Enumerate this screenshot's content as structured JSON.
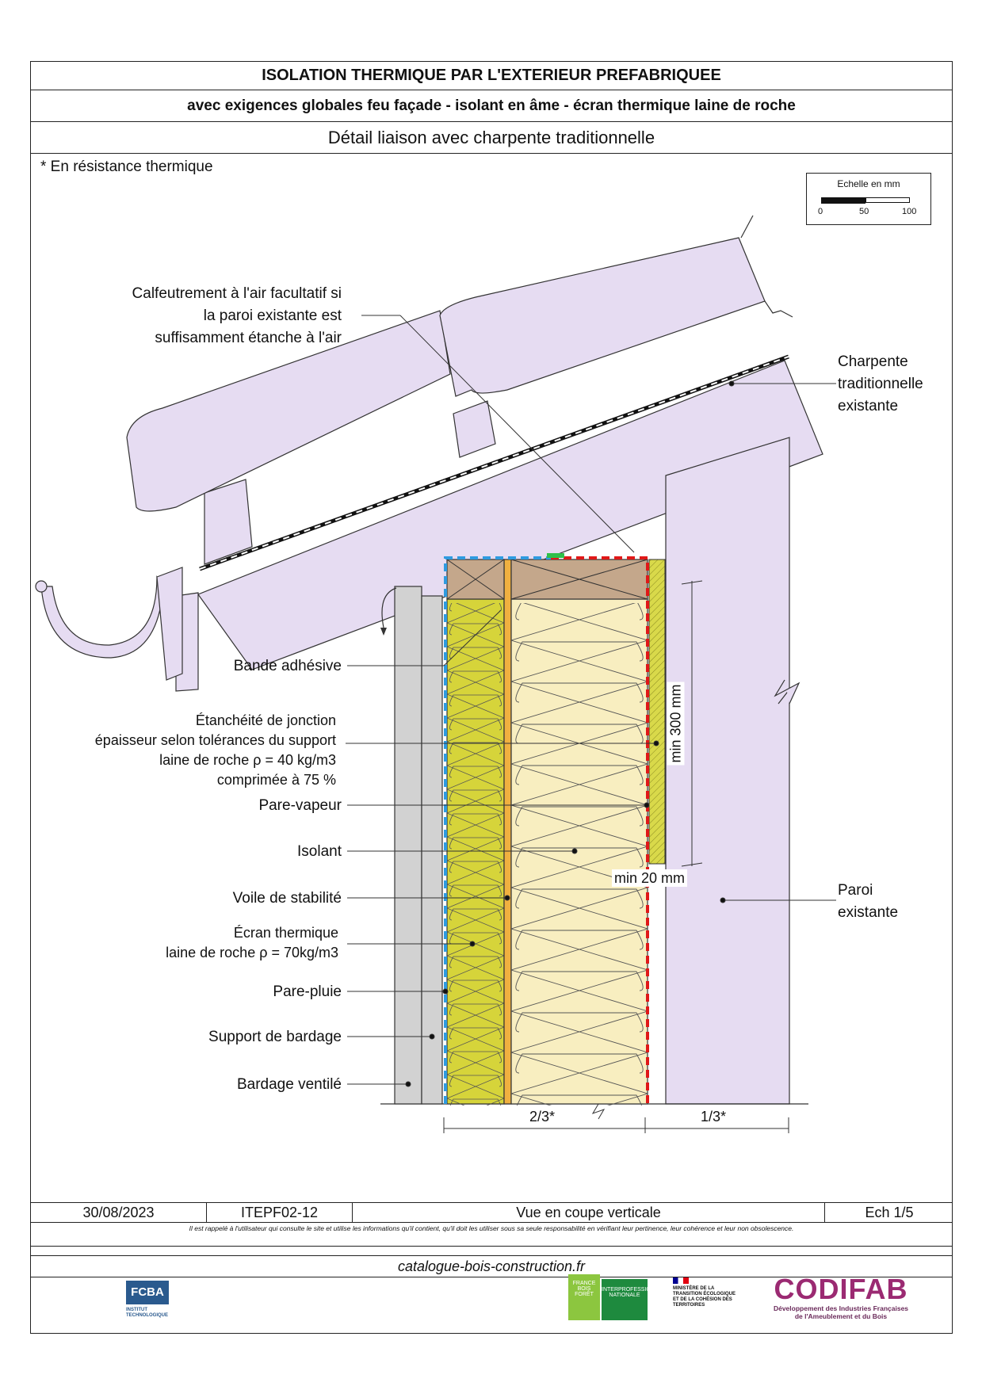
{
  "header": {
    "title": "ISOLATION THERMIQUE PAR L'EXTERIEUR PREFABRIQUEE",
    "subtitle": "avec exigences globales feu façade - isolant en âme - écran thermique laine de roche",
    "detail": "Détail liaison avec charpente traditionnelle"
  },
  "note": "* En résistance thermique",
  "scale": {
    "title": "Echelle en mm",
    "t0": "0",
    "t50": "50",
    "t100": "100"
  },
  "labels": {
    "calfeutrement": [
      "Calfeutrement à l'air facultatif si",
      "la paroi existante est",
      "suffisamment étanche à l'air"
    ],
    "charpente": [
      "Charpente",
      "traditionnelle",
      "existante"
    ],
    "bande": "Bande adhésive",
    "etancheite": [
      "Étanchéité de jonction",
      "épaisseur selon tolérances du support",
      "laine de roche ρ = 40 kg/m3",
      "comprimée à 75 %"
    ],
    "pare_vapeur": "Pare-vapeur",
    "isolant": "Isolant",
    "voile": "Voile de stabilité",
    "ecran": [
      "Écran thermique",
      "laine de roche ρ = 70kg/m3"
    ],
    "pare_pluie": "Pare-pluie",
    "support": "Support de bardage",
    "bardage": "Bardage ventilé",
    "paroi": [
      "Paroi",
      "existante"
    ]
  },
  "dims": {
    "min300": "min 300 mm",
    "min20": "min 20 mm",
    "d23": "2/3*",
    "d13": "1/3*"
  },
  "footer": {
    "date": "30/08/2023",
    "ref": "ITEPF02-12",
    "view": "Vue en coupe verticale",
    "ech": "Ech 1/5"
  },
  "disclaimer": "Il est rappelé à l'utilisateur qui consulte le site et utilise les informations qu'il contient, qu'il doit les utiliser sous sa seule responsabilité en vérifiant leur pertinence, leur cohérence et leur non obsolescence.",
  "site": "catalogue-bois-construction.fr",
  "logos": {
    "fcba": "FCBA",
    "fcba_sub": "INSTITUT TECHNOLOGIQUE",
    "fbf": "FRANCE BOIS FORÊT",
    "inter": "INTERPROFESSION NATIONALE",
    "ministere": "MINISTÈRE DE LA TRANSITION ÉCOLOGIQUE ET DE LA COHÉSION DES TERRITOIRES",
    "codifab": "CODIFAB",
    "codifab_sub1": "Développement des Industries Françaises",
    "codifab_sub2": "de l'Ameublement et du Bois"
  },
  "colors": {
    "lilac": "#e6dcf2",
    "wood": "#c4a78b",
    "yellow": "#d9d94a",
    "insul": "#f8eec0",
    "grey": "#d2d2d2",
    "red": "#e01818",
    "blue": "#2f9be0",
    "orange": "#f0b040"
  }
}
